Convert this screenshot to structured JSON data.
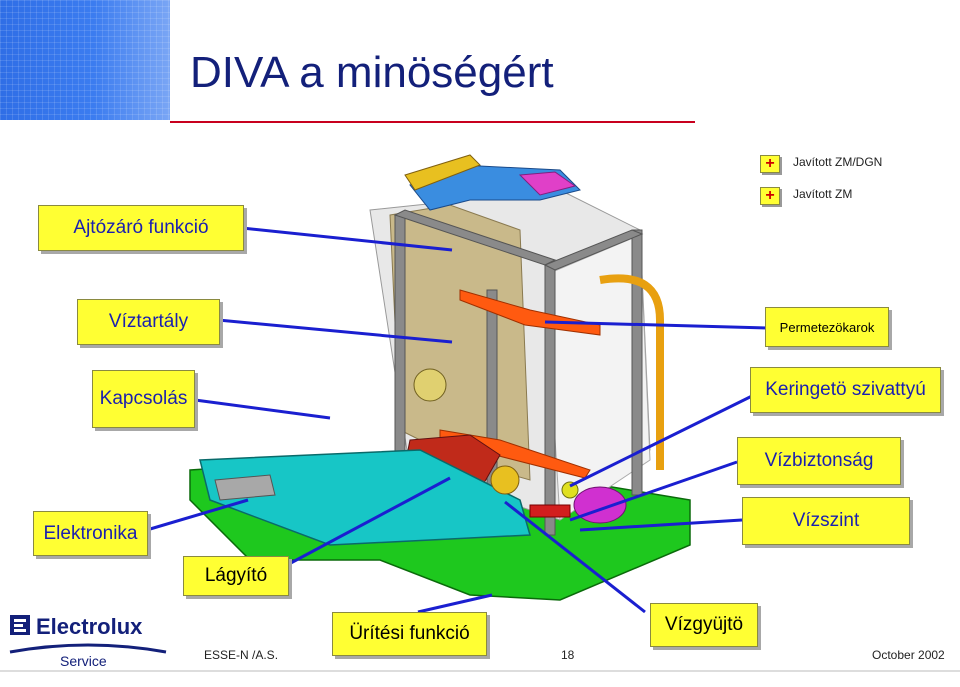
{
  "title": "DIVA a minöségért",
  "legend": [
    {
      "symbol": "+",
      "label": "Javított ZM/DGN"
    },
    {
      "symbol": "+",
      "label": "Javított ZM"
    }
  ],
  "callouts": {
    "ajtozaro": "Ajtózáró funkció",
    "viztartaly": "Víztartály",
    "kapcsolas": "Kapcsolás",
    "elektronika": "Elektronika",
    "lagyito": "Lágyító",
    "uritesi": "Ürítési funkció",
    "vizgyujto": "Vízgyüjtö",
    "permetezokarok": "Permetezökarok",
    "keringeto": "Keringetö szivattyú",
    "vizbiztonsag": "Vízbiztonság",
    "vizszint": "Vízszint"
  },
  "footer": {
    "left": "ESSE-N /A.S.",
    "page": "18",
    "date": "October 2002"
  },
  "logo": {
    "brand": "Electrolux",
    "sub": "Service"
  },
  "colors": {
    "title": "#13207a",
    "callout_fill": "#ffff33",
    "callout_text": "#1a1fb0",
    "leader_line": "#1a1fd0",
    "accent_red": "#c8001e"
  }
}
